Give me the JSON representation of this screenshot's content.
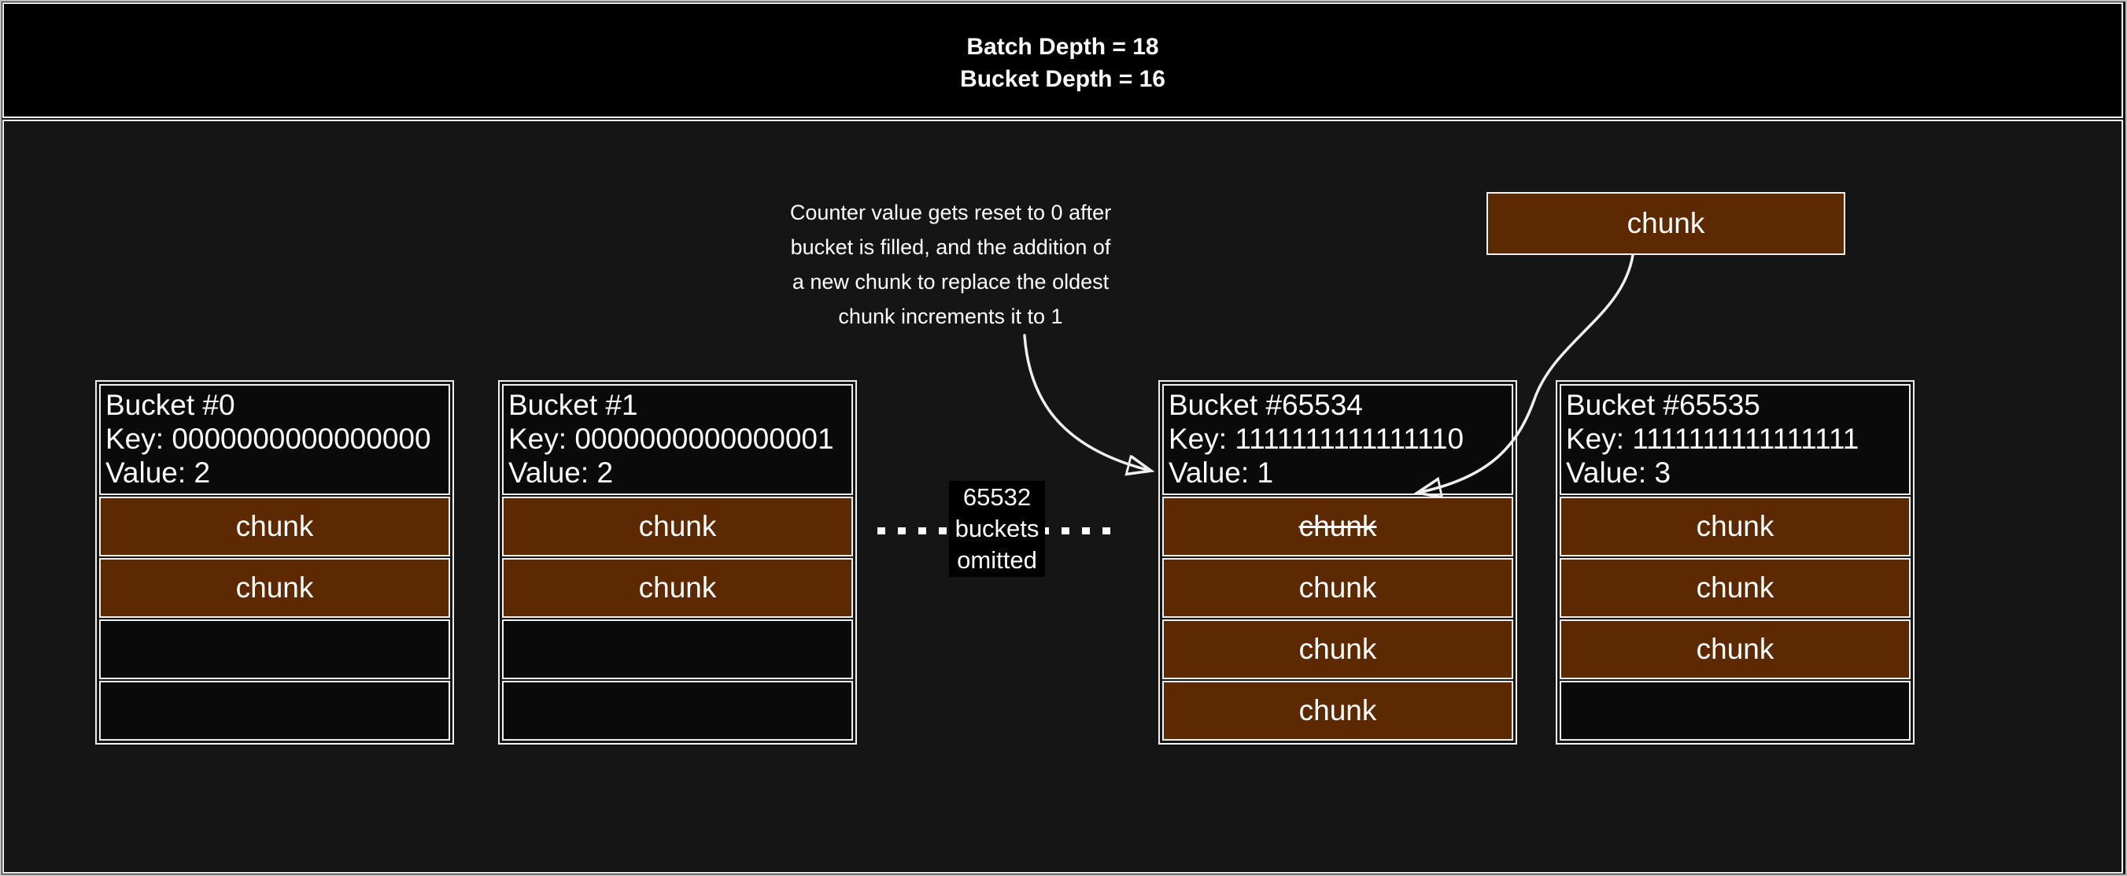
{
  "colors": {
    "page-bg": "#151515",
    "band-bg": "#000000",
    "cell-bg": "#0a0a0a",
    "chunk-fill": "#5D2900",
    "stroke": "#f0f0f0",
    "frame": "#bdbdbd",
    "text": "#ffffff"
  },
  "header": {
    "line1": "Batch Depth = 18",
    "line2": "Bucket Depth = 16"
  },
  "annotation": {
    "lines": [
      "Counter value gets reset to 0 after",
      "bucket is filled, and the addition of",
      "a new chunk to replace the oldest",
      "chunk increments it to 1"
    ]
  },
  "floating_chunk": {
    "label": "chunk"
  },
  "omitted": {
    "line1": "65532",
    "line2": "buckets",
    "line3": "omitted"
  },
  "buckets": [
    {
      "title": "Bucket #0",
      "key": "Key: 0000000000000000",
      "value": "Value: 2",
      "slots": [
        {
          "label": "chunk",
          "filled": true,
          "struck": false
        },
        {
          "label": "chunk",
          "filled": true,
          "struck": false
        },
        {
          "label": "",
          "filled": false,
          "struck": false
        },
        {
          "label": "",
          "filled": false,
          "struck": false
        }
      ]
    },
    {
      "title": "Bucket #1",
      "key": "Key: 0000000000000001",
      "value": "Value: 2",
      "slots": [
        {
          "label": "chunk",
          "filled": true,
          "struck": false
        },
        {
          "label": "chunk",
          "filled": true,
          "struck": false
        },
        {
          "label": "",
          "filled": false,
          "struck": false
        },
        {
          "label": "",
          "filled": false,
          "struck": false
        }
      ]
    },
    {
      "title": "Bucket #65534",
      "key": "Key: 1111111111111110",
      "value": "Value: 1",
      "slots": [
        {
          "label": "chunk",
          "filled": true,
          "struck": true
        },
        {
          "label": "chunk",
          "filled": true,
          "struck": false
        },
        {
          "label": "chunk",
          "filled": true,
          "struck": false
        },
        {
          "label": "chunk",
          "filled": true,
          "struck": false
        }
      ]
    },
    {
      "title": "Bucket #65535",
      "key": "Key: 1111111111111111",
      "value": "Value: 3",
      "slots": [
        {
          "label": "chunk",
          "filled": true,
          "struck": false
        },
        {
          "label": "chunk",
          "filled": true,
          "struck": false
        },
        {
          "label": "chunk",
          "filled": true,
          "struck": false
        },
        {
          "label": "",
          "filled": false,
          "struck": false
        }
      ]
    }
  ]
}
